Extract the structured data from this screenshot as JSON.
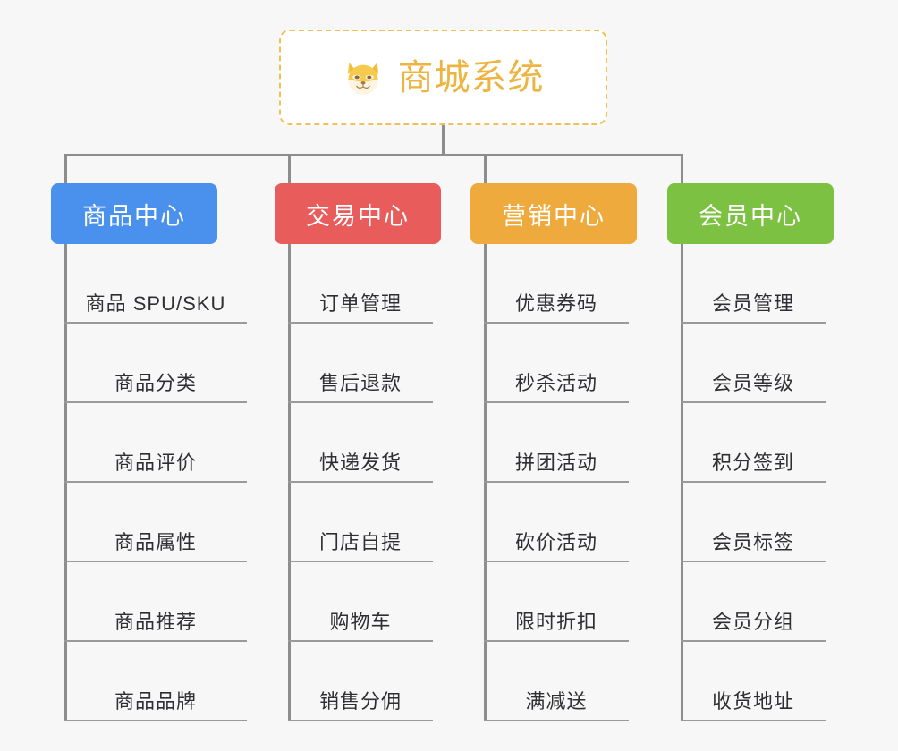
{
  "background_color": "#f7f7f7",
  "root": {
    "title": "商城系统",
    "icon": "shiba-dog-icon",
    "text_color": "#edb442",
    "border_color": "#f3c053",
    "background": "#ffffff"
  },
  "connector_color": "#8d8d8d",
  "branches": [
    {
      "label": "商品中心",
      "color": "#4a90ed",
      "items": [
        "商品 SPU/SKU",
        "商品分类",
        "商品评价",
        "商品属性",
        "商品推荐",
        "商品品牌"
      ]
    },
    {
      "label": "交易中心",
      "color": "#e85c5c",
      "items": [
        "订单管理",
        "售后退款",
        "快递发货",
        "门店自提",
        "购物车",
        "销售分佣"
      ]
    },
    {
      "label": "营销中心",
      "color": "#eeaa3c",
      "items": [
        "优惠券码",
        "秒杀活动",
        "拼团活动",
        "砍价活动",
        "限时折扣",
        "满减送"
      ]
    },
    {
      "label": "会员中心",
      "color": "#7cc142",
      "items": [
        "会员管理",
        "会员等级",
        "积分签到",
        "会员标签",
        "会员分组",
        "收货地址"
      ]
    }
  ]
}
